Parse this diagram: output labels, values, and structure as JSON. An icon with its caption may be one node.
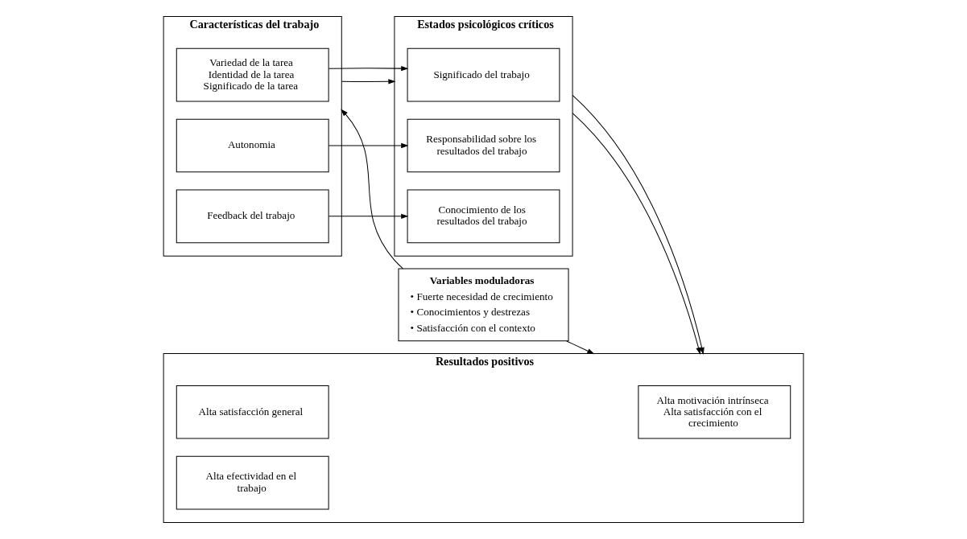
{
  "diagram": {
    "nodes": [
      {
        "text": [
          "Características del trabajo"
        ]
      },
      {
        "text": [
          "Variedad de la tarea",
          "Identidad de la tarea",
          "Significado de la tarea"
        ],
        "in": 0
      },
      {
        "text": [
          "Autonomia"
        ],
        "in": 0
      },
      {
        "text": [
          "Feedback del trabajo"
        ],
        "in": 0
      },
      {
        "text": [
          "Estados psicológicos críticos"
        ]
      },
      {
        "text": [
          "Significado del trabajo"
        ],
        "in": 4
      },
      {
        "text": [
          "Responsabilidad sobre los resultados del trabajo"
        ],
        "in": 4
      },
      {
        "text": [
          "Conocimiento de los resultados del trabajo"
        ],
        "in": 4
      },
      {
        "text": [
          "Resultados positivos"
        ]
      },
      {
        "text": [
          "Alta motivación intrínseca",
          "Alta satisfacción con el crecimiento"
        ],
        "in": 8
      },
      {
        "text": [
          "Alta satisfacción general"
        ],
        "in": 8
      },
      {
        "text": [
          "Alta efectividad en el trabajo"
        ],
        "in": 8
      },
      {
        "text": [
          "Variables moduladoras",
          "• Fuerte necesidad de crecimiento",
          "• Conocimientos y destrezas",
          "• Satisfacción con el contexto"
        ]
      }
    ],
    "edges": [
      {
        "from": 0,
        "to": 4,
        "arrow": "to"
      },
      {
        "from": 4,
        "to": 8,
        "arrow": "to"
      },
      {
        "from": 1,
        "to": 5,
        "arrow": "to"
      },
      {
        "from": 2,
        "to": 6,
        "arrow": "to"
      },
      {
        "from": 3,
        "to": 7,
        "arrow": "to"
      },
      {
        "from": 4,
        "to": 8,
        "arrow": "to"
      },
      {
        "from": 12,
        "to": 0,
        "arrow": "to"
      },
      {
        "from": 12,
        "to": 8,
        "arrow": "to"
      }
    ]
  }
}
